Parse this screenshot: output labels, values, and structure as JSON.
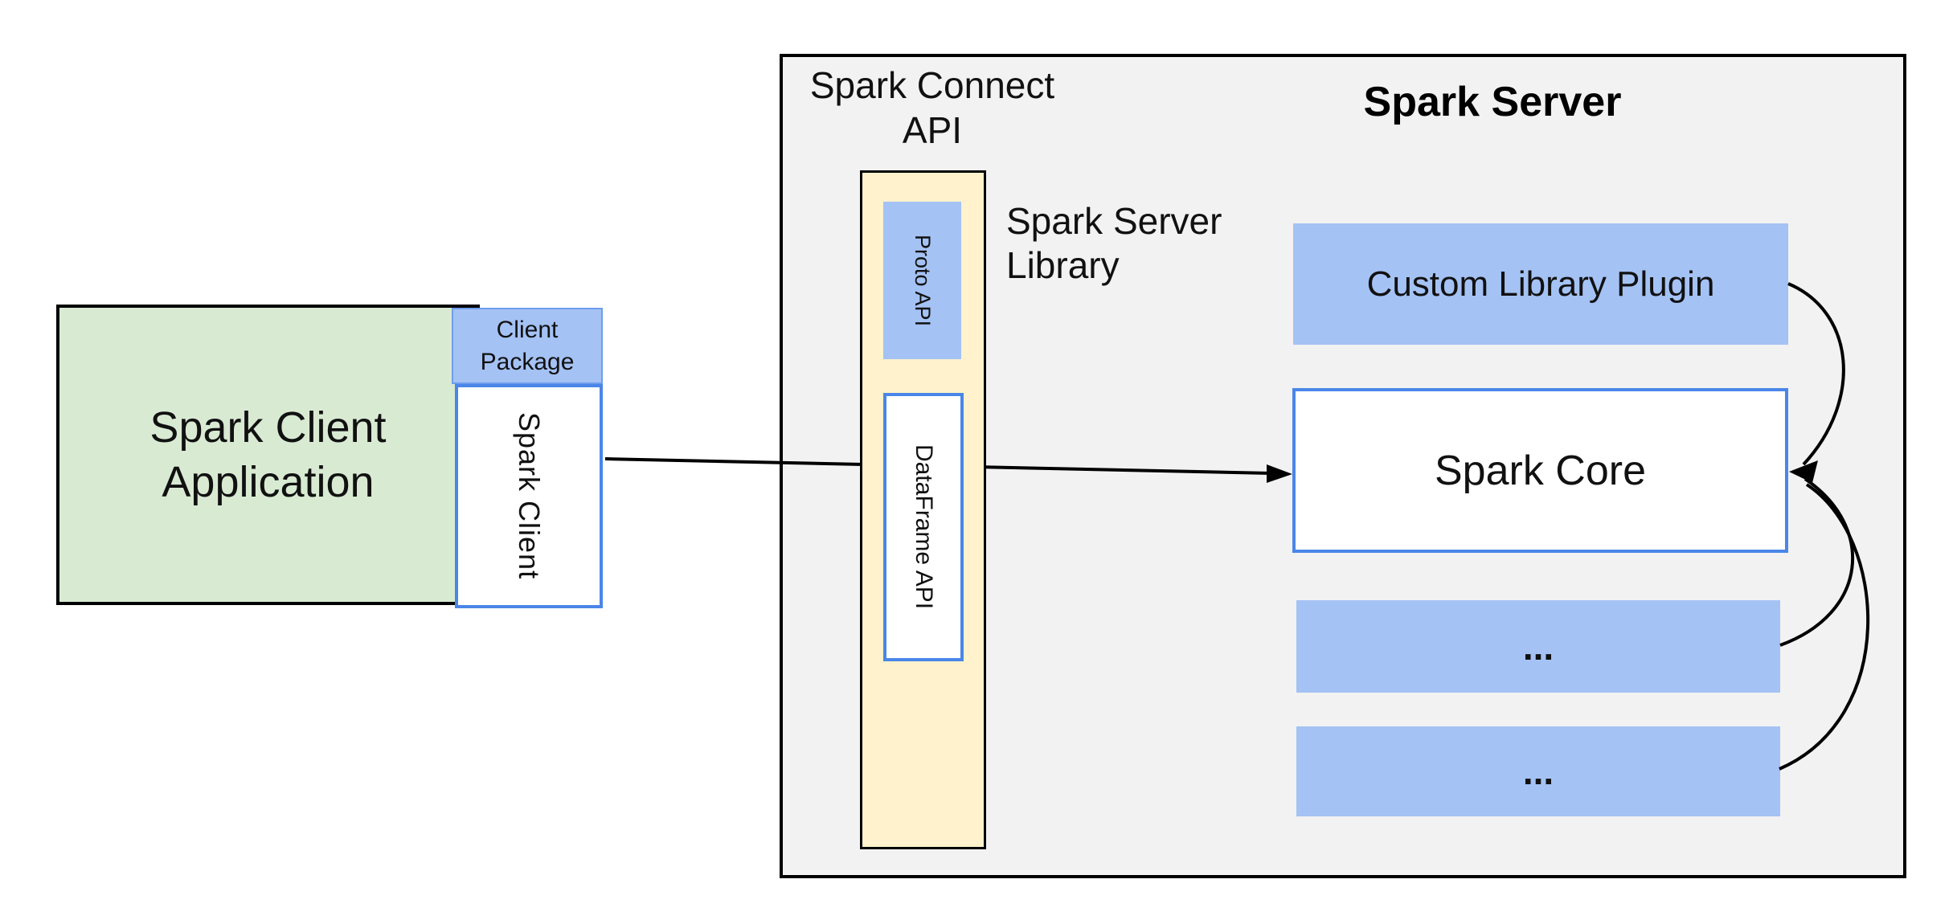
{
  "colors": {
    "green_fill": "#d9ead3",
    "blue_fill": "#a4c2f4",
    "blue_border": "#4a86e8",
    "blue_border_light": "#6d9eeb",
    "yellow_fill": "#fff2cc",
    "gray_fill": "#f2f2f2",
    "line_color": "#000000",
    "text_color": "#111111"
  },
  "client_application": {
    "label": "Spark Client\nApplication"
  },
  "client_package": {
    "label": "Client\nPackage"
  },
  "spark_client": {
    "label": "Spark Client"
  },
  "spark_connect_api": {
    "label": "Spark Connect\nAPI"
  },
  "server_library_column": {
    "proto_api": "Proto API",
    "dataframe_api": "DataFrame API"
  },
  "spark_server_library": {
    "label": "Spark Server\nLibrary"
  },
  "spark_server": {
    "title": "Spark Server",
    "custom_library_plugin": "Custom Library Plugin",
    "spark_core": "Spark Core",
    "module_placeholder_1": "...",
    "module_placeholder_2": "..."
  }
}
